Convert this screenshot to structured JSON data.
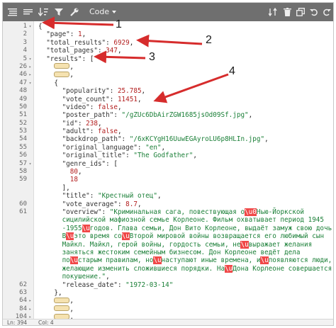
{
  "toolbar": {
    "mode_label": "Code",
    "icons": [
      "expand-all-icon",
      "collapse-all-icon",
      "sort-icon",
      "filter-icon",
      "repair-icon",
      "transform-icon",
      "delete-icon",
      "duplicate-icon",
      "undo-icon",
      "redo-icon"
    ]
  },
  "lines": [
    {
      "num": "1",
      "fold": "▾",
      "parts": [
        {
          "t": "{",
          "c": "p"
        }
      ]
    },
    {
      "num": "2",
      "parts": [
        {
          "t": "  \"page\": ",
          "c": "k"
        },
        {
          "t": "1",
          "c": "n"
        },
        {
          "t": ",",
          "c": "p"
        }
      ]
    },
    {
      "num": "3",
      "parts": [
        {
          "t": "  \"total_results\": ",
          "c": "k"
        },
        {
          "t": "6929",
          "c": "n"
        },
        {
          "t": ",",
          "c": "p"
        }
      ]
    },
    {
      "num": "4",
      "parts": [
        {
          "t": "  \"total_pages\": ",
          "c": "k"
        },
        {
          "t": "347",
          "c": "n"
        },
        {
          "t": ",",
          "c": "p"
        }
      ]
    },
    {
      "num": "5",
      "fold": "▾",
      "parts": [
        {
          "t": "  \"results\": ",
          "c": "k"
        },
        {
          "t": "[",
          "c": "p"
        }
      ]
    },
    {
      "num": "26",
      "fold": "▸",
      "parts": [
        {
          "t": "    ",
          "c": "p"
        },
        {
          "collapsed": true
        },
        {
          "t": ",",
          "c": "p"
        }
      ]
    },
    {
      "num": "46",
      "fold": "▸",
      "parts": [
        {
          "t": "    ",
          "c": "p"
        },
        {
          "collapsed": true
        },
        {
          "t": ",",
          "c": "p"
        }
      ]
    },
    {
      "num": "47",
      "fold": "▾",
      "parts": [
        {
          "t": "    {",
          "c": "p"
        }
      ]
    },
    {
      "num": "48",
      "parts": [
        {
          "t": "      \"popularity\": ",
          "c": "k"
        },
        {
          "t": "25.785",
          "c": "n"
        },
        {
          "t": ",",
          "c": "p"
        }
      ]
    },
    {
      "num": "49",
      "parts": [
        {
          "t": "      \"vote_count\": ",
          "c": "k"
        },
        {
          "t": "11451",
          "c": "n"
        },
        {
          "t": ",",
          "c": "p"
        }
      ]
    },
    {
      "num": "50",
      "parts": [
        {
          "t": "      \"video\": ",
          "c": "k"
        },
        {
          "t": "false",
          "c": "b"
        },
        {
          "t": ",",
          "c": "p"
        }
      ]
    },
    {
      "num": "51",
      "parts": [
        {
          "t": "      \"poster_path\": ",
          "c": "k"
        },
        {
          "t": "\"/gZUc6DbAirZGW1685jsOd09Sf.jpg\"",
          "c": "s"
        },
        {
          "t": ",",
          "c": "p"
        }
      ]
    },
    {
      "num": "52",
      "parts": [
        {
          "t": "      \"id\": ",
          "c": "k"
        },
        {
          "t": "238",
          "c": "n"
        },
        {
          "t": ",",
          "c": "p"
        }
      ]
    },
    {
      "num": "53",
      "parts": [
        {
          "t": "      \"adult\": ",
          "c": "k"
        },
        {
          "t": "false",
          "c": "b"
        },
        {
          "t": ",",
          "c": "p"
        }
      ]
    },
    {
      "num": "54",
      "parts": [
        {
          "t": "      \"backdrop_path\": ",
          "c": "k"
        },
        {
          "t": "\"/6xKCYgH16UuwEGAyroLU6p8HLIn.jpg\"",
          "c": "s"
        },
        {
          "t": ",",
          "c": "p"
        }
      ]
    },
    {
      "num": "55",
      "parts": [
        {
          "t": "      \"original_language\": ",
          "c": "k"
        },
        {
          "t": "\"en\"",
          "c": "s"
        },
        {
          "t": ",",
          "c": "p"
        }
      ]
    },
    {
      "num": "56",
      "parts": [
        {
          "t": "      \"original_title\": ",
          "c": "k"
        },
        {
          "t": "\"The Godfather\"",
          "c": "s"
        },
        {
          "t": ",",
          "c": "p"
        }
      ]
    },
    {
      "num": "57",
      "fold": "▾",
      "parts": [
        {
          "t": "      \"genre_ids\": ",
          "c": "k"
        },
        {
          "t": "[",
          "c": "p"
        }
      ]
    },
    {
      "num": "58",
      "parts": [
        {
          "t": "        ",
          "c": "p"
        },
        {
          "t": "80",
          "c": "n"
        },
        {
          "t": ",",
          "c": "p"
        }
      ]
    },
    {
      "num": "59",
      "parts": [
        {
          "t": "        ",
          "c": "p"
        },
        {
          "t": "18",
          "c": "n"
        }
      ]
    },
    {
      "num": "",
      "parts": [
        {
          "t": "      ],",
          "c": "p"
        }
      ]
    },
    {
      "num": "",
      "parts": [
        {
          "t": "      \"title\": ",
          "c": "k"
        },
        {
          "t": "\"Крестный отец\"",
          "c": "s"
        },
        {
          "t": ",",
          "c": "p"
        }
      ]
    },
    {
      "num": "60",
      "parts": [
        {
          "t": "      \"vote_average\": ",
          "c": "k"
        },
        {
          "t": "8.7",
          "c": "n"
        },
        {
          "t": ",",
          "c": "p"
        }
      ]
    },
    {
      "num": "61",
      "parts": [
        {
          "t": "      \"overview\": ",
          "c": "k"
        },
        {
          "t": "\"Криминальная сага, повествующая о",
          "c": "s"
        },
        {
          "t": "\\u0",
          "c": "hl"
        },
        {
          "t": "Нью-Йоркской",
          "c": "s"
        }
      ]
    },
    {
      "num": "",
      "parts": [
        {
          "t": "      сицилийской мафиозной семье Корлеоне. Фильм охватывает период 1945",
          "c": "s"
        }
      ]
    },
    {
      "num": "",
      "parts": [
        {
          "t": "      ",
          "c": "s"
        },
        {
          "t": "-1955",
          "c": "s"
        },
        {
          "t": "\\u",
          "c": "hl"
        },
        {
          "t": "годов. Глава семьи, Дон Вито Корлеоне, выдаёт замуж свою дочь.",
          "c": "s"
        }
      ]
    },
    {
      "num": "",
      "parts": [
        {
          "t": "      ",
          "c": "s"
        },
        {
          "t": "В",
          "c": "s"
        },
        {
          "t": "\\u",
          "c": "hl"
        },
        {
          "t": "это время со",
          "c": "s"
        },
        {
          "t": "\\u",
          "c": "hl"
        },
        {
          "t": "Второй мировой войны возвращается его любимый сын",
          "c": "s"
        }
      ]
    },
    {
      "num": "",
      "parts": [
        {
          "t": "      Майкл. Майкл, герой войны, гордость семьи, не",
          "c": "s"
        },
        {
          "t": "\\u",
          "c": "hl"
        },
        {
          "t": "выражает желания",
          "c": "s"
        }
      ]
    },
    {
      "num": "",
      "parts": [
        {
          "t": "      заняться жестоким семейным бизнесом. Дон Корлеоне ведёт дела",
          "c": "s"
        }
      ]
    },
    {
      "num": "",
      "parts": [
        {
          "t": "      по",
          "c": "s"
        },
        {
          "t": "\\u",
          "c": "hl"
        },
        {
          "t": "старым правилам, но",
          "c": "s"
        },
        {
          "t": "\\u",
          "c": "hl"
        },
        {
          "t": "наступают иные времена, и",
          "c": "s"
        },
        {
          "t": "\\u",
          "c": "hl"
        },
        {
          "t": "появляются люди,",
          "c": "s"
        }
      ]
    },
    {
      "num": "",
      "parts": [
        {
          "t": "      желающие изменить сложившиеся порядки. На",
          "c": "s"
        },
        {
          "t": "\\u",
          "c": "hl"
        },
        {
          "t": "Дона Корлеоне совершается",
          "c": "s"
        }
      ]
    },
    {
      "num": "",
      "parts": [
        {
          "t": "      покушение.\"",
          "c": "s"
        },
        {
          "t": ",",
          "c": "p"
        }
      ]
    },
    {
      "num": "62",
      "parts": [
        {
          "t": "      \"release_date\": ",
          "c": "k"
        },
        {
          "t": "\"1972-03-14\"",
          "c": "s"
        }
      ]
    },
    {
      "num": "63",
      "parts": [
        {
          "t": "    },",
          "c": "p"
        }
      ]
    },
    {
      "num": "64",
      "fold": "▸",
      "parts": [
        {
          "t": "    ",
          "c": "p"
        },
        {
          "collapsed": true
        },
        {
          "t": ",",
          "c": "p"
        }
      ]
    },
    {
      "num": "84",
      "fold": "▸",
      "parts": [
        {
          "t": "    ",
          "c": "p"
        },
        {
          "collapsed": true
        },
        {
          "t": ",",
          "c": "p"
        }
      ]
    },
    {
      "num": "104",
      "fold": "▸",
      "parts": [
        {
          "t": "    ",
          "c": "p"
        },
        {
          "collapsed": true
        },
        {
          "t": ",",
          "c": "p"
        }
      ]
    }
  ],
  "status": {
    "line": "Ln: 394",
    "col": "Col: 4"
  },
  "annotations": [
    "1",
    "2",
    "3",
    "4"
  ]
}
